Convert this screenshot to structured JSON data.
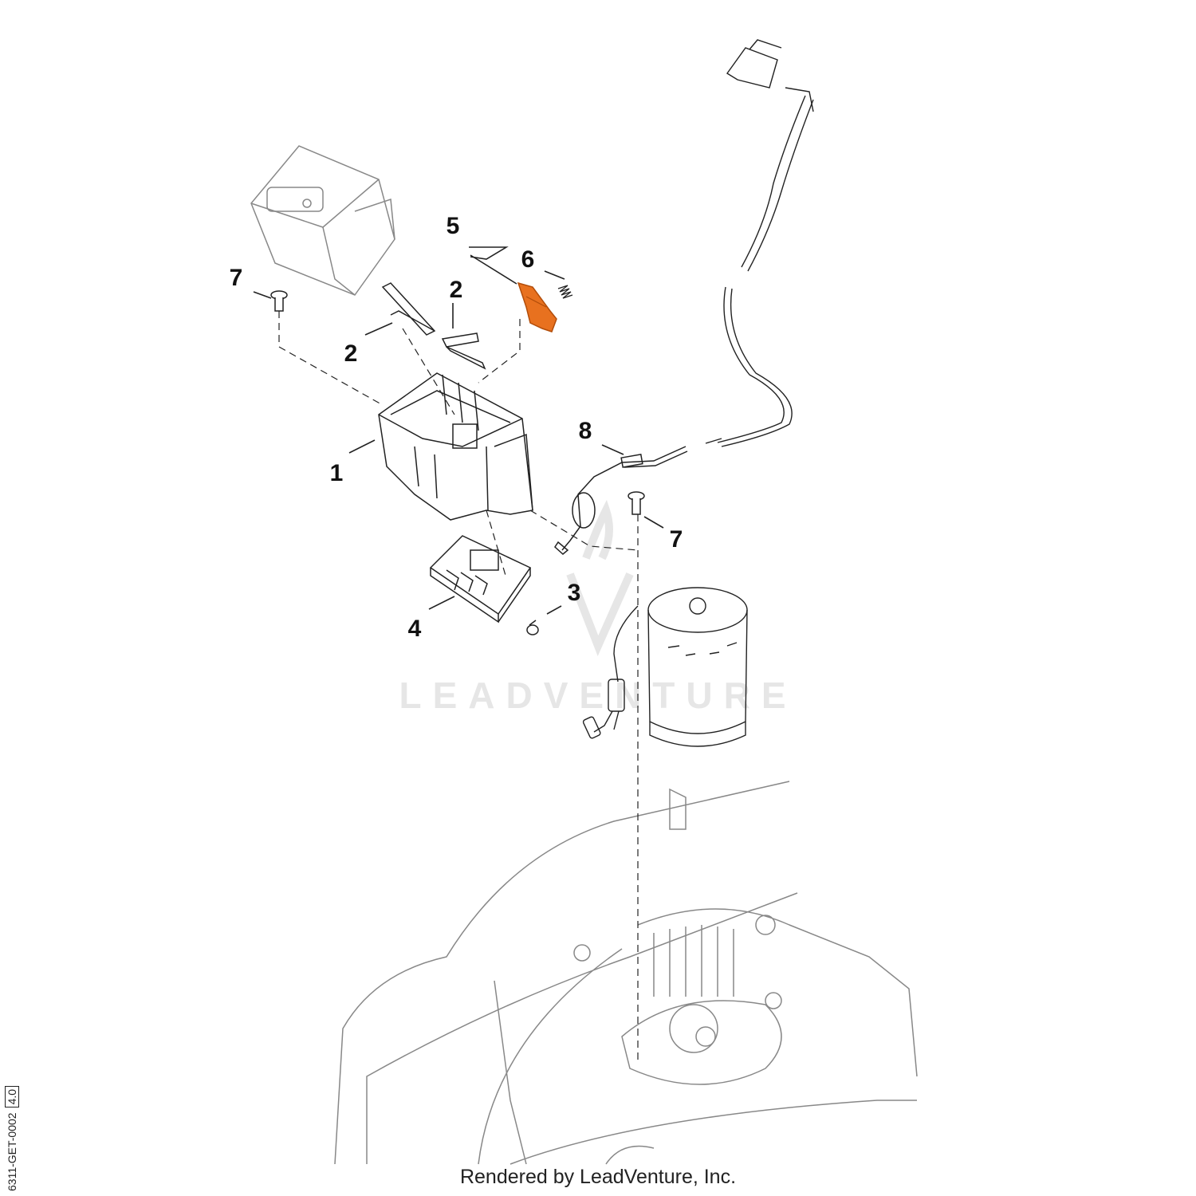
{
  "callouts": {
    "c1": "1",
    "c2a": "2",
    "c2b": "2",
    "c3": "3",
    "c4": "4",
    "c5": "5",
    "c6": "6",
    "c7a": "7",
    "c7b": "7",
    "c8": "8"
  },
  "watermark": "LEADVENTURE",
  "footer": "Rendered by LeadVenture, Inc.",
  "doc_id": "6311-GET-0002",
  "doc_rev": "4.0",
  "colors": {
    "line": "#222222",
    "housing": "#888888",
    "highlight": "#e8711f",
    "watermark": "#e6e6e6"
  }
}
